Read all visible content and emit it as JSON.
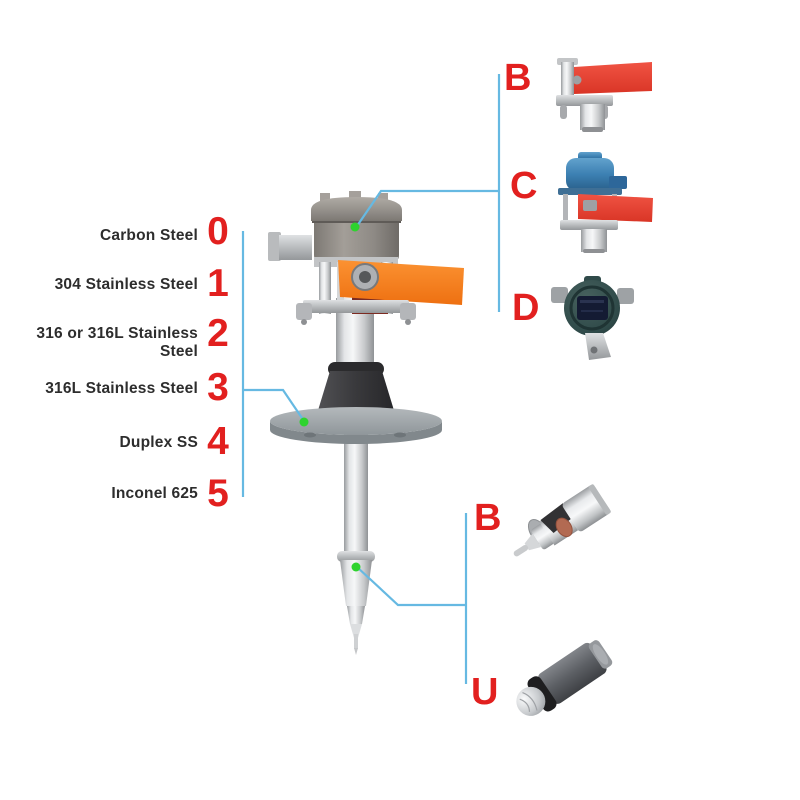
{
  "diagram": {
    "materials": [
      {
        "code": "0",
        "label": "Carbon Steel"
      },
      {
        "code": "1",
        "label": "304 Stainless Steel"
      },
      {
        "code": "2",
        "label": "316 or 316L Stainless Steel"
      },
      {
        "code": "3",
        "label": "316L Stainless Steel"
      },
      {
        "code": "4",
        "label": "Duplex SS"
      },
      {
        "code": "5",
        "label": "Inconel 625"
      }
    ],
    "housing_options": [
      {
        "code": "B",
        "image": "bracket-paddle-switch"
      },
      {
        "code": "C",
        "label_note": "",
        "image": "blue-housing-paddle-switch"
      },
      {
        "code": "D",
        "image": "round-display-transmitter"
      }
    ],
    "probe_options": [
      {
        "code": "B",
        "image": "cutaway-sensor-probe"
      },
      {
        "code": "U",
        "image": "ball-tip-probe"
      }
    ],
    "colors": {
      "option_red": "#e2201f",
      "label_dark": "#2d2d2d",
      "connector_blue": "#66b9e2",
      "marker_green": "#2ed32e",
      "handle_orange": "#f57d1b",
      "paddle_red": "#e2402d",
      "housing_blue": "#3c80b2",
      "housing_teal": "#2f4a49",
      "flange_gray": "#9aa0a4",
      "insulator_dark": "#39393c"
    }
  }
}
